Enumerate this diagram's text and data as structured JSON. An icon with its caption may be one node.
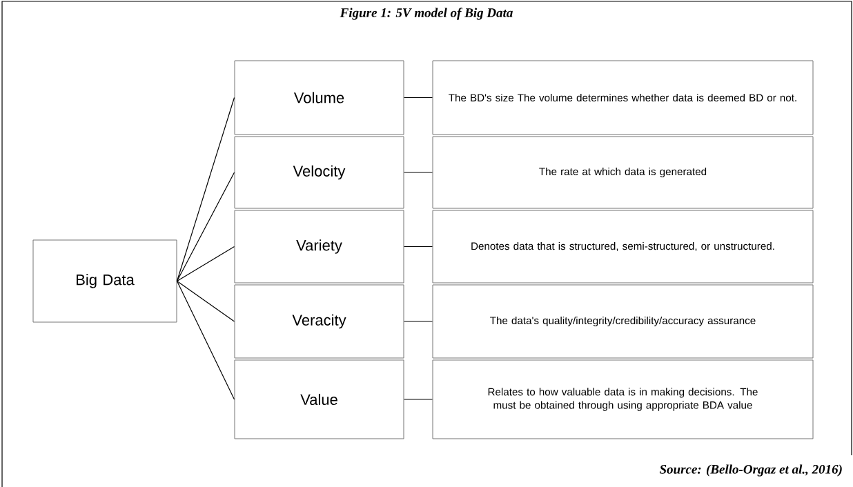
{
  "diagram": {
    "title": "Figure 1: 5V model of Big Data",
    "caption": "Source: (Bello-Orgaz et al., 2016)",
    "nodes": [
      {
        "text": [
          "Big Data"
        ]
      },
      {
        "text": [
          "Volume"
        ]
      },
      {
        "text": [
          "Velocity"
        ]
      },
      {
        "text": [
          "Variety"
        ]
      },
      {
        "text": [
          "Veracity"
        ]
      },
      {
        "text": [
          "Value"
        ]
      },
      {
        "text": [
          "The BD's size The volume determines whether data is deemed BD or not."
        ]
      },
      {
        "text": [
          "The rate at which data is generated"
        ]
      },
      {
        "text": [
          "Denotes data that is structured, semi-structured, or unstructured."
        ]
      },
      {
        "text": [
          "The data's quality/integrity/credibility/accuracy assurance"
        ]
      },
      {
        "text": [
          "Relates to how valuable data is in making decisions. The must be obtained through using appropriate BDA value"
        ]
      }
    ],
    "edges": [
      {
        "from": 0,
        "to": 1,
        "arrow": "none"
      },
      {
        "from": 0,
        "to": 2,
        "arrow": "none"
      },
      {
        "from": 0,
        "to": 3,
        "arrow": "none"
      },
      {
        "from": 0,
        "to": 4,
        "arrow": "none"
      },
      {
        "from": 0,
        "to": 5,
        "arrow": "none"
      },
      {
        "from": 1,
        "to": 6,
        "arrow": "none"
      },
      {
        "from": 2,
        "to": 7,
        "arrow": "none"
      },
      {
        "from": 3,
        "to": 8,
        "arrow": "none"
      },
      {
        "from": 4,
        "to": 9,
        "arrow": "none"
      },
      {
        "from": 5,
        "to": 10,
        "arrow": "none"
      }
    ]
  }
}
